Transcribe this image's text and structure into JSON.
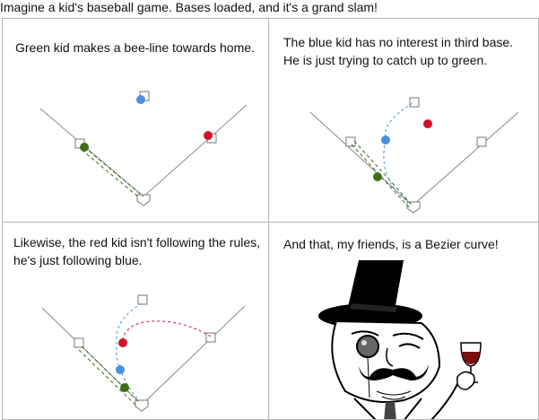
{
  "intro": "Imagine a kid's baseball game.  Bases loaded, and it's a grand slam!",
  "panels": [
    {
      "caption": "Green kid makes a bee-line towards home."
    },
    {
      "caption": "The blue kid has no interest in third base.  He is just trying to catch up to green."
    },
    {
      "caption": "Likewise, the red kid isn't following the rules, he's just following blue."
    },
    {
      "caption": "And that, my friends, is a Bezier curve!"
    }
  ],
  "colors": {
    "green_runner": "#3e6e1a",
    "blue_runner": "#4a8fe0",
    "red_runner": "#d4102c",
    "base_lines": "#8a8a8a",
    "panel_border": "#b5b5b5"
  }
}
